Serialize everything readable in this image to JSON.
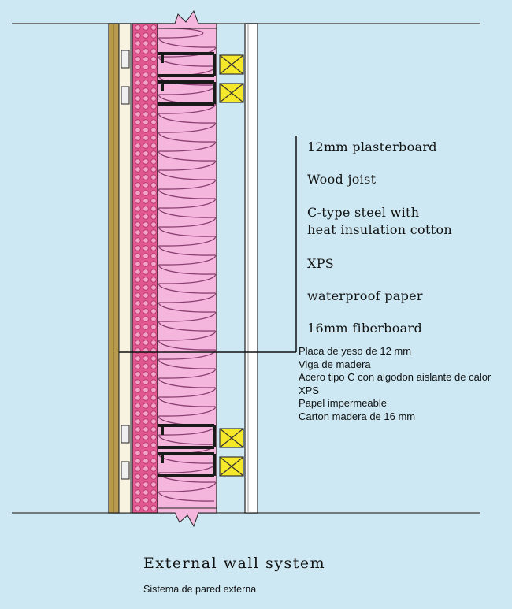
{
  "diagram": {
    "layers_en": [
      "12mm plasterboard",
      "Wood joist",
      "C-type steel with",
      "heat insulation cotton",
      "XPS",
      "waterproof paper",
      "16mm fiberboard"
    ],
    "layers_es": [
      "Placa de yeso de 12 mm",
      "Viga de madera",
      "Acero tipo C con algodon aislante de calor",
      "XPS",
      "Papel impermeable",
      "Carton madera de 16 mm"
    ],
    "caption_en": "External wall system",
    "caption_es": "Sistema de pared externa",
    "colors": {
      "background": "#cde8f2",
      "fiberboard": "#b89a4c",
      "xps": "#e0588f",
      "insulation": "#f4b6dc",
      "steel": "#1a1a1a",
      "joist": "#f5e72a",
      "plasterboard": "#ffffff"
    }
  }
}
